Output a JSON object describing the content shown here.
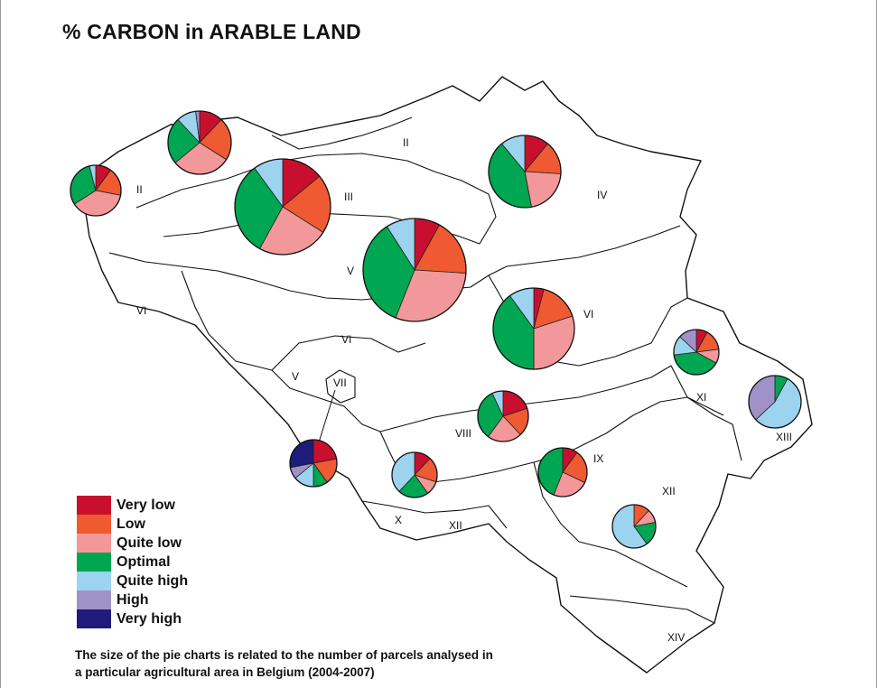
{
  "title": "% CARBON in ARABLE LAND",
  "caption": {
    "line1": "The size of the pie charts is related to the number of parcels analysed in",
    "line2": "a particular agricultural area in Belgium (2004-2007)"
  },
  "categories": [
    {
      "label": "Very low",
      "color": "#c8102e"
    },
    {
      "label": "Low",
      "color": "#ef5a32"
    },
    {
      "label": "Quite low",
      "color": "#f3989a"
    },
    {
      "label": "Optimal",
      "color": "#00a651"
    },
    {
      "label": "Quite high",
      "color": "#9cd3ef"
    },
    {
      "label": "High",
      "color": "#a092c8"
    },
    {
      "label": "Very high",
      "color": "#1f1b7a"
    }
  ],
  "region_labels": [
    "II",
    "II",
    "III",
    "IV",
    "V",
    "VI",
    "VI",
    "VI",
    "V",
    "VII",
    "VIII",
    "IX",
    "XI",
    "XIII",
    "XII",
    "X",
    "XII",
    "XIV"
  ],
  "pies": [
    {
      "values": [
        10,
        18,
        38,
        30,
        4,
        0,
        0
      ]
    },
    {
      "values": [
        12,
        22,
        30,
        24,
        10,
        2,
        0
      ]
    },
    {
      "values": [
        14,
        20,
        24,
        32,
        10,
        0,
        0
      ]
    },
    {
      "values": [
        11,
        15,
        21,
        42,
        11,
        0,
        0
      ]
    },
    {
      "values": [
        8,
        18,
        30,
        35,
        9,
        0,
        0
      ]
    },
    {
      "values": [
        4,
        16,
        30,
        40,
        10,
        0,
        0
      ]
    },
    {
      "values": [
        8,
        15,
        10,
        40,
        14,
        13,
        0
      ]
    },
    {
      "values": [
        0,
        0,
        0,
        8,
        55,
        37,
        0
      ]
    },
    {
      "values": [
        20,
        18,
        22,
        33,
        7,
        0,
        0
      ]
    },
    {
      "values": [
        22,
        18,
        0,
        10,
        14,
        8,
        28
      ]
    },
    {
      "values": [
        12,
        18,
        10,
        22,
        38,
        0,
        0
      ]
    },
    {
      "values": [
        10,
        22,
        24,
        44,
        0,
        0,
        0
      ]
    },
    {
      "values": [
        0,
        12,
        10,
        18,
        60,
        0,
        0
      ]
    }
  ]
}
